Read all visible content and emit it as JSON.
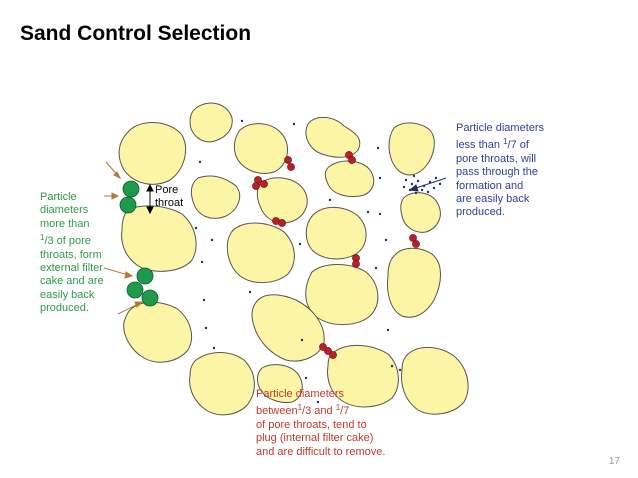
{
  "slide": {
    "title": "Sand Control Selection",
    "page_number": "17"
  },
  "diagram": {
    "pore_label_1": "Pore",
    "pore_label_2": "throat",
    "annotation_left": {
      "color": "#2e9a47",
      "line1": "Particle",
      "line2": "diameters",
      "line3": "more than",
      "line4_num": "1",
      "line4_rest": "/3 of pore",
      "line5": "throats, form",
      "line6": "external filter",
      "line7": "cake and are",
      "line8": "easily back",
      "line9": "produced."
    },
    "annotation_right": {
      "color": "#2f3f8f",
      "line1": "Particle diameters",
      "line2_pre": "less than ",
      "line2_num": "1",
      "line2_den": "/7 of",
      "line3": "pore throats, will",
      "line4": "pass through the",
      "line5": "formation and",
      "line6": "are easily back",
      "line7": "produced."
    },
    "annotation_bottom": {
      "color": "#c0392b",
      "line1": "Particle diameters",
      "line2_pre": "between",
      "line2_num1": "1",
      "line2_mid": "/3 and ",
      "line2_num2": "1",
      "line2_end": "/7",
      "line3": "of pore throats, tend to",
      "line4": "plug (internal filter cake)",
      "line5": "and are difficult to remove."
    },
    "colors": {
      "sand_grain": "#fdf5a6",
      "grain_outline": "#555555",
      "large_particle": "#1e9b4a",
      "medium_particle": "#b81f2a",
      "fine_particle": "#1f2d6b",
      "arrow": "#b07a3c"
    }
  }
}
